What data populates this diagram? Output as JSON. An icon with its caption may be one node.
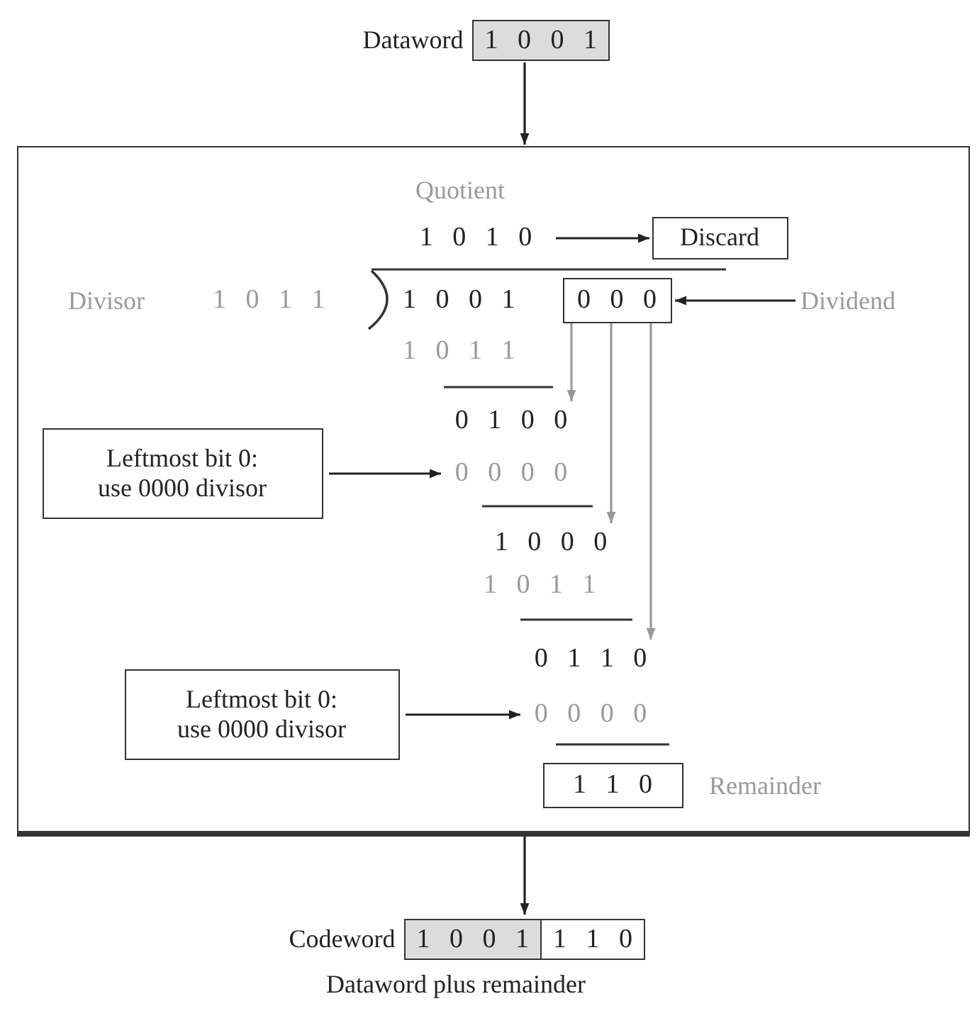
{
  "diagram": {
    "nodes": [
      {
        "text": [
          "Dataword",
          "1 0 0 1"
        ]
      },
      {
        "text": [],
        "shape": "box"
      },
      {
        "text": [
          "1 0 1 0"
        ],
        "in": 1
      },
      {
        "text": [
          "Discard"
        ],
        "in": 1
      },
      {
        "text": [
          "0 0 0"
        ],
        "in": 1
      },
      {
        "text": [
          "Dividend"
        ],
        "in": 1
      },
      {
        "text": [
          "0 1 0 0"
        ],
        "in": 1
      },
      {
        "text": [
          "Leftmost bit 0: use 0000 divisor"
        ],
        "in": 1
      },
      {
        "text": [
          "0 0 0 0"
        ],
        "in": 1
      },
      {
        "text": [
          "1 0 0 0"
        ],
        "in": 1
      },
      {
        "text": [
          "0 1 1 0"
        ],
        "in": 1
      },
      {
        "text": [
          "Leftmost bit 0: use 0000 divisor"
        ],
        "in": 1
      },
      {
        "text": [
          "0 0 0 0"
        ],
        "in": 1
      },
      {
        "text": [
          "1 1 0"
        ],
        "beside": [
          "Remainder"
        ],
        "in": 1
      },
      {
        "text": [
          "Codeword",
          "1 0 0 1",
          "1 1 0"
        ],
        "beside": [
          "Dataword plus remainder"
        ]
      }
    ],
    "edges": [
      {
        "from": 0,
        "to": 1,
        "arrow": "to"
      },
      {
        "from": 2,
        "to": 3,
        "arrow": "to"
      },
      {
        "from": 5,
        "to": 4,
        "arrow": "to"
      },
      {
        "from": 4,
        "to": 6,
        "arrow": "to",
        "color": "#999999"
      },
      {
        "from": 7,
        "to": 8,
        "arrow": "to"
      },
      {
        "from": 4,
        "to": 9,
        "arrow": "to",
        "color": "#999999"
      },
      {
        "from": 4,
        "to": 10,
        "arrow": "to",
        "color": "#999999"
      },
      {
        "from": 11,
        "to": 12,
        "arrow": "to"
      },
      {
        "from": 1,
        "to": 14,
        "arrow": "to"
      }
    ],
    "labels": [
      "Quotient",
      "Divisor",
      "1 0 1 1",
      "1 0 0 1",
      "1 0 1 1",
      "1 0 1 1"
    ]
  }
}
